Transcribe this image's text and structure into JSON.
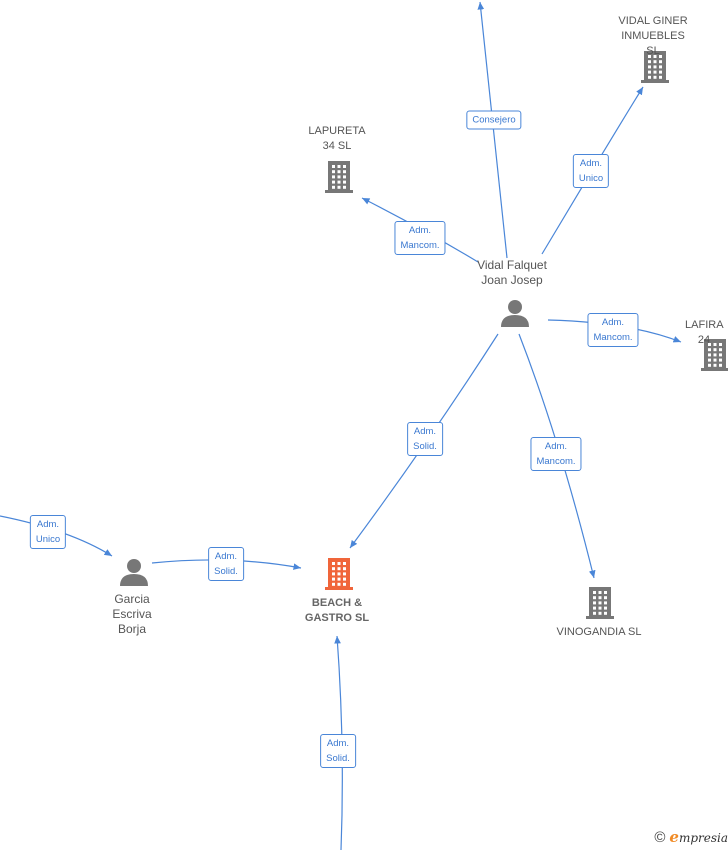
{
  "colors": {
    "edge": "#4a86d8",
    "company": "#777777",
    "focus_company": "#f0653a",
    "person": "#777777"
  },
  "nodes": [
    {
      "id": "vidal_giner",
      "type": "company",
      "label": "VIDAL GINER\nINMUEBLES  SL"
    },
    {
      "id": "lapureta",
      "type": "company",
      "label": "LAPURETA\n34 SL"
    },
    {
      "id": "lafira",
      "type": "company",
      "label": "LAFIRA 24"
    },
    {
      "id": "beach",
      "type": "company",
      "focus": true,
      "label": "BEACH &\nGASTRO  SL"
    },
    {
      "id": "vinogandia",
      "type": "company",
      "label": "VINOGANDIA SL"
    },
    {
      "id": "vidal_falquet",
      "type": "person",
      "label": "Vidal Falquet\nJoan Josep"
    },
    {
      "id": "garcia",
      "type": "person",
      "label": "Garcia\nEscriva\nBorja"
    }
  ],
  "edges": [
    {
      "id": "e1",
      "label": "Consejero"
    },
    {
      "id": "e2",
      "label": "Adm.\nUnico"
    },
    {
      "id": "e3",
      "label": "Adm.\nMancom."
    },
    {
      "id": "e4",
      "label": "Adm.\nMancom."
    },
    {
      "id": "e5",
      "label": "Adm.\nSolid."
    },
    {
      "id": "e6",
      "label": "Adm.\nMancom."
    },
    {
      "id": "e7",
      "label": "Adm.\nSolid."
    },
    {
      "id": "e8",
      "label": "Adm.\nUnico"
    },
    {
      "id": "e9",
      "label": "Adm.\nSolid."
    }
  ],
  "watermark": {
    "symbol": "©",
    "brand_initial": "e",
    "brand_rest": "mpresia"
  }
}
